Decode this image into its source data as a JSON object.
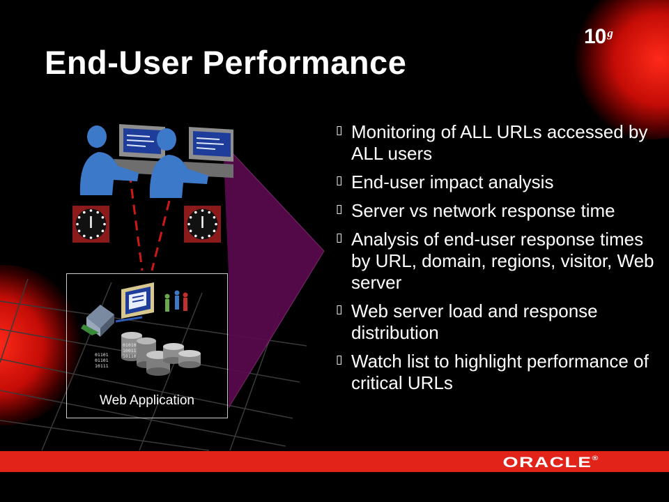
{
  "slide": {
    "title": "End-User Performance",
    "logo": {
      "number": "10",
      "superscript": "g"
    },
    "bullet_marker": "▯",
    "bullets": [
      "Monitoring of ALL URLs accessed by ALL users",
      "End-user impact analysis",
      "Server vs network response time",
      "Analysis of end-user response times by URL, domain, regions, visitor, Web server",
      "Web server load and response distribution",
      "Watch list to highlight performance of critical URLs"
    ],
    "diagram": {
      "web_application_label": "Web Application",
      "binary_left": [
        "01101",
        "01101",
        "10111"
      ],
      "binary_right": [
        "01010",
        "10011",
        "10110"
      ]
    },
    "footer": {
      "brand": "ORACLE",
      "registered": "®"
    }
  },
  "colors": {
    "background": "#000000",
    "accent_red": "#e2231a",
    "purple_beam": "#5a0a4e",
    "user_blue": "#3d79c9",
    "clock_red": "#8b1a1a"
  },
  "icons": [
    "user-at-computer-icon",
    "clock-icon",
    "web-page-icon",
    "building-icon",
    "database-icon",
    "people-icon"
  ]
}
